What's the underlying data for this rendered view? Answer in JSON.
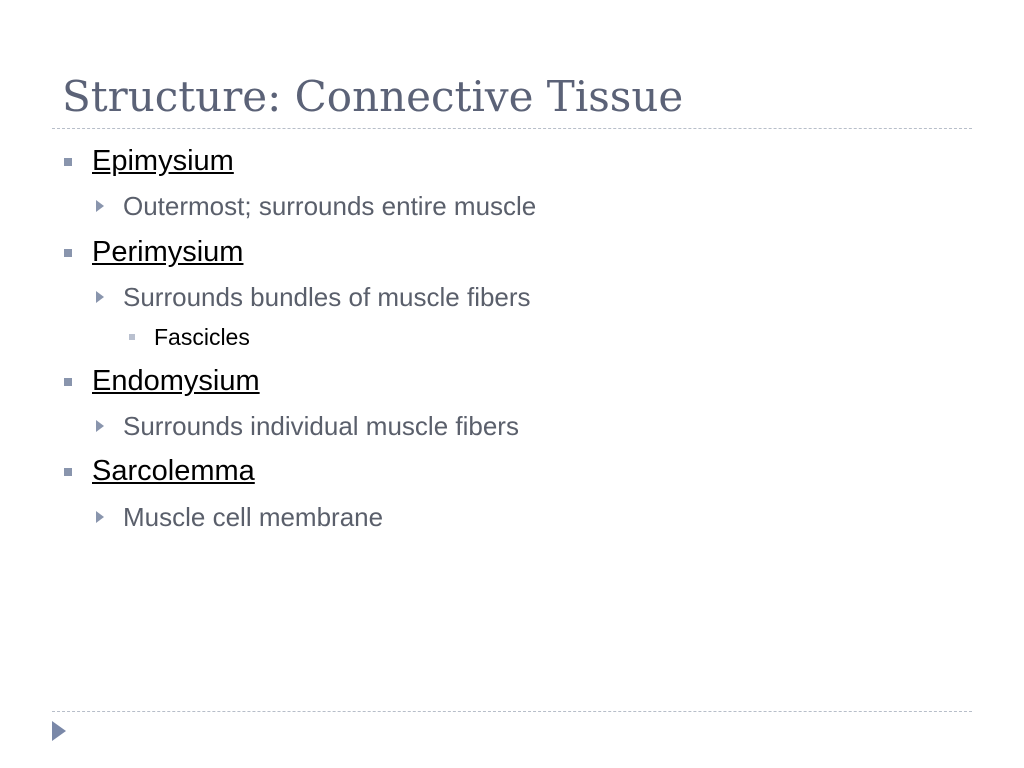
{
  "slide": {
    "title": "Structure: Connective Tissue",
    "items": [
      {
        "label": "Epimysium",
        "sub": "Outermost;  surrounds entire muscle"
      },
      {
        "label": "Perimysium",
        "sub": "Surrounds bundles of muscle fibers",
        "subsub": "Fascicles"
      },
      {
        "label": "Endomysium",
        "sub": "Surrounds individual muscle fibers"
      },
      {
        "label": "Sarcolemma",
        "sub": "Muscle cell membrane"
      }
    ],
    "icons": {
      "level1_bullet": "square-bullet-icon",
      "level2_bullet": "triangle-bullet-icon",
      "level3_bullet": "small-square-bullet-icon",
      "nav": "play-triangle-icon"
    },
    "colors": {
      "title": "#5b6277",
      "bullet": "#8995ad",
      "divider": "#b7bec9"
    }
  }
}
